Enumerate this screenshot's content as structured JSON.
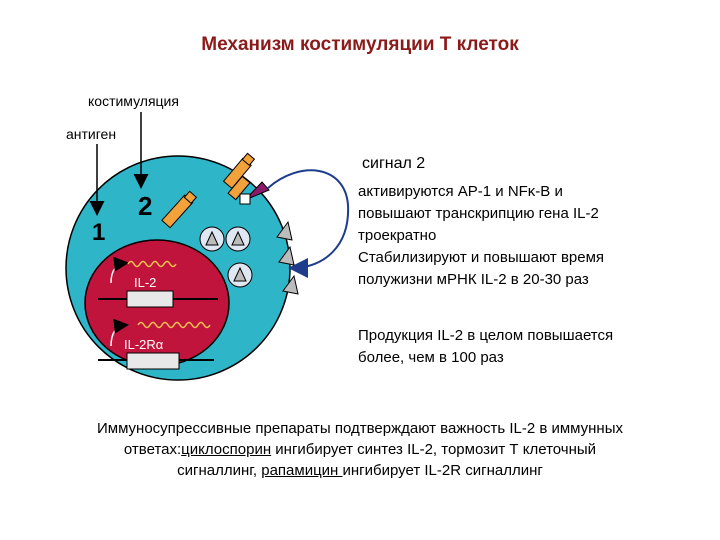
{
  "title": "Механизм костимуляции Т клеток",
  "labels": {
    "costimulation": "костимуляция",
    "antigen": "антиген",
    "num1": "1",
    "num2": "2",
    "il2": "IL-2",
    "il2r": "IL-2Rα"
  },
  "right_text": {
    "signal": "сигнал 2",
    "line1a": "активируются АР-1 и NFκ-B и",
    "line1b": "повышают транскрипцию гена IL-2",
    "line1c": "троекратно",
    "line2a": "Стабилизируют и повышают время",
    "line2b": "полужизни мРНК IL-2 в 20-30 раз",
    "line3a": "Продукция IL-2 в целом повышается",
    "line3b": "более, чем в 100 раз"
  },
  "bottom_text": {
    "l1": "Иммуносупрессивные препараты подтверждают важность IL-2 в иммунных",
    "l2a": "ответах:",
    "l2b": "циклоспорин",
    "l2c": " ингибирует синтез  IL-2, тормозит  Т клеточный",
    "l3a": "сигналлинг, ",
    "l3b": "рапамицин ",
    "l3c": " ингибирует IL-2R сигналлинг"
  },
  "colors": {
    "title": "#8b1a1a",
    "cell": "#2fb5c8",
    "nucleus": "#c0143c",
    "receptor_orange": "#f2a23a",
    "receptor_purple": "#8a1a6a"
  }
}
